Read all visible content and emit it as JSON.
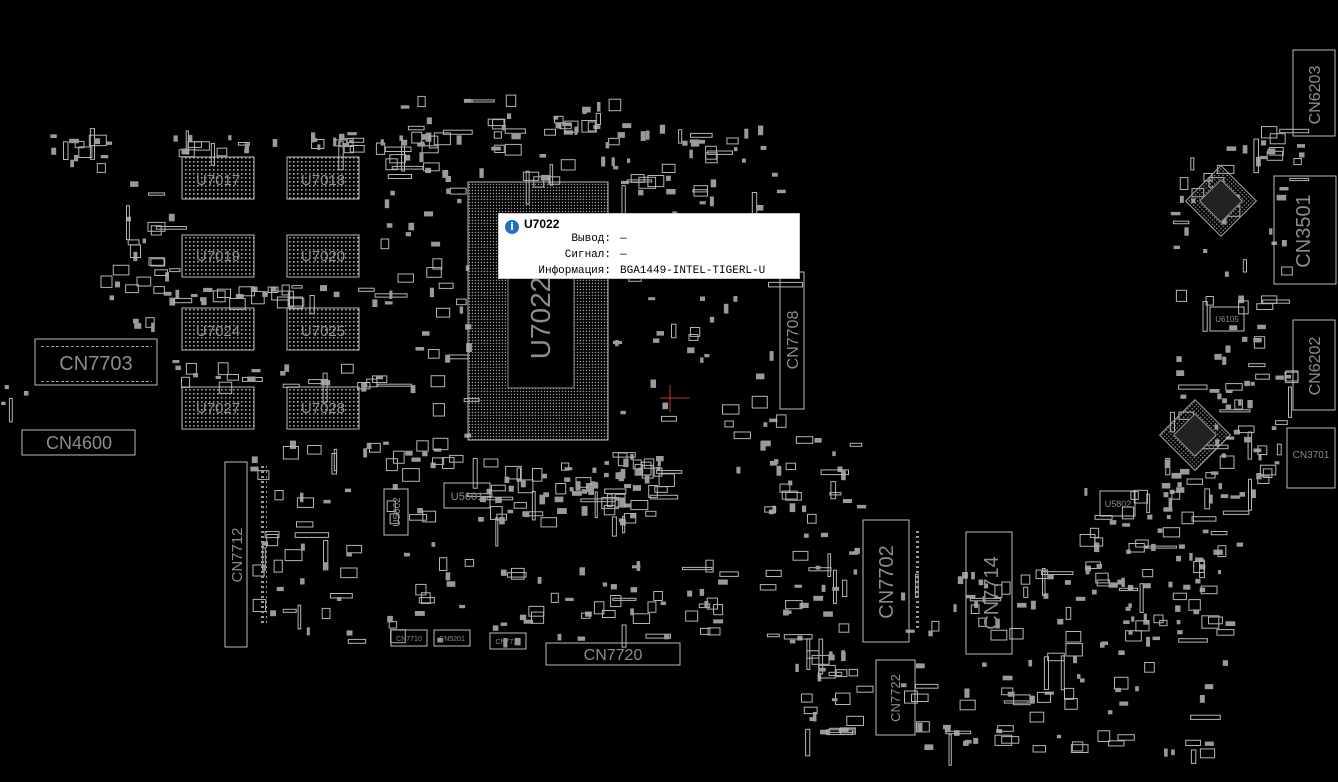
{
  "components": {
    "u7017": "U7017",
    "u7018": "U7018",
    "u7019": "U7019",
    "u7020": "U7020",
    "u7024": "U7024",
    "u7025": "U7025",
    "u7027": "U7027",
    "u7028": "U7028",
    "u7022": "U7022",
    "cn7703": "CN7703",
    "cn4600": "CN4600",
    "cn7712": "CN7712",
    "cn7708": "CN7708",
    "cn7702": "CN7702",
    "cn7714": "CN7714",
    "cn7720": "CN7720",
    "cn7722": "CN7722",
    "cn6203": "CN6203",
    "cn3501": "CN3501",
    "cn6202": "CN6202",
    "cn3701": "CN3701",
    "u5601": "U5601",
    "u5602": "U5602",
    "u5802": "U5802",
    "u6105": "U6105",
    "cn7710": "CN7710",
    "cn5201": "CN5201",
    "cn7711": "CN7711"
  },
  "tooltip": {
    "title": "U7022",
    "rows": [
      {
        "key": "Вывод:",
        "value": "—"
      },
      {
        "key": "Сигнал:",
        "value": "—"
      },
      {
        "key": "Информация:",
        "value": "BGA1449-INTEL-TIGERL-U"
      }
    ]
  },
  "colors": {
    "background": "#000000",
    "outline": "#bdbdbd",
    "label": "#8c8c8c",
    "info": "#1f73c7"
  }
}
